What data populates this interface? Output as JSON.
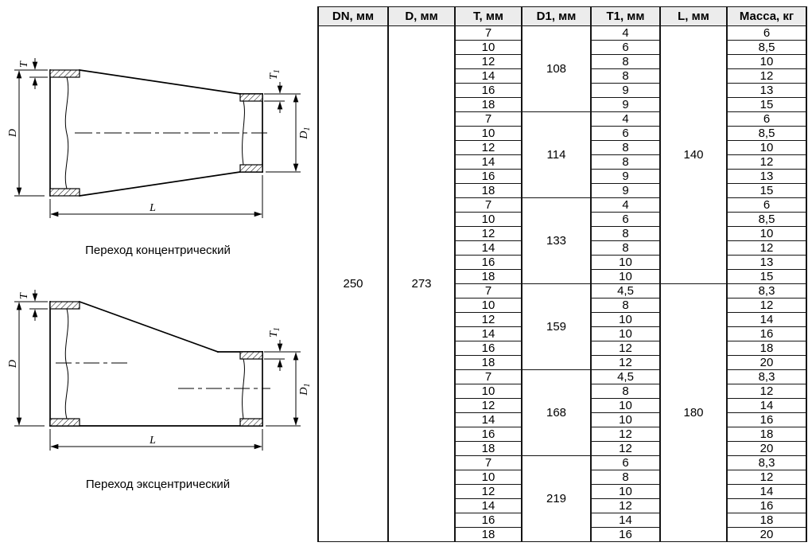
{
  "figures": {
    "concentric": {
      "caption": "Переход концентрический"
    },
    "eccentric": {
      "caption": "Переход эксцентрический"
    },
    "labels": {
      "t": "T",
      "d": "D",
      "l": "L",
      "t1_base": "T",
      "t1_sub": "1",
      "d1_base": "D",
      "d1_sub": "1"
    }
  },
  "chart_data": {
    "type": "table",
    "headers": [
      "DN, мм",
      "D, мм",
      "T, мм",
      "D1, мм",
      "T1, мм",
      "L, мм",
      "Масса, кг"
    ],
    "dn": "250",
    "d": "273",
    "sections": [
      {
        "d1": "108",
        "l": "140",
        "l_span": 18,
        "rows": [
          [
            "7",
            "4",
            "6"
          ],
          [
            "10",
            "6",
            "8,5"
          ],
          [
            "12",
            "8",
            "10"
          ],
          [
            "14",
            "8",
            "12"
          ],
          [
            "16",
            "9",
            "13"
          ],
          [
            "18",
            "9",
            "15"
          ]
        ]
      },
      {
        "d1": "114",
        "rows": [
          [
            "7",
            "4",
            "6"
          ],
          [
            "10",
            "6",
            "8,5"
          ],
          [
            "12",
            "8",
            "10"
          ],
          [
            "14",
            "8",
            "12"
          ],
          [
            "16",
            "9",
            "13"
          ],
          [
            "18",
            "9",
            "15"
          ]
        ]
      },
      {
        "d1": "133",
        "rows": [
          [
            "7",
            "4",
            "6"
          ],
          [
            "10",
            "6",
            "8,5"
          ],
          [
            "12",
            "8",
            "10"
          ],
          [
            "14",
            "8",
            "12"
          ],
          [
            "16",
            "10",
            "13"
          ],
          [
            "18",
            "10",
            "15"
          ]
        ]
      },
      {
        "d1": "159",
        "l": "180",
        "l_span": 18,
        "rows": [
          [
            "7",
            "4,5",
            "8,3"
          ],
          [
            "10",
            "8",
            "12"
          ],
          [
            "12",
            "10",
            "14"
          ],
          [
            "14",
            "10",
            "16"
          ],
          [
            "16",
            "12",
            "18"
          ],
          [
            "18",
            "12",
            "20"
          ]
        ]
      },
      {
        "d1": "168",
        "rows": [
          [
            "7",
            "4,5",
            "8,3"
          ],
          [
            "10",
            "8",
            "12"
          ],
          [
            "12",
            "10",
            "14"
          ],
          [
            "14",
            "10",
            "16"
          ],
          [
            "16",
            "12",
            "18"
          ],
          [
            "18",
            "12",
            "20"
          ]
        ]
      },
      {
        "d1": "219",
        "rows": [
          [
            "7",
            "6",
            "8,3"
          ],
          [
            "10",
            "8",
            "12"
          ],
          [
            "12",
            "10",
            "14"
          ],
          [
            "14",
            "12",
            "16"
          ],
          [
            "16",
            "14",
            "18"
          ],
          [
            "18",
            "16",
            "20"
          ]
        ]
      }
    ]
  }
}
